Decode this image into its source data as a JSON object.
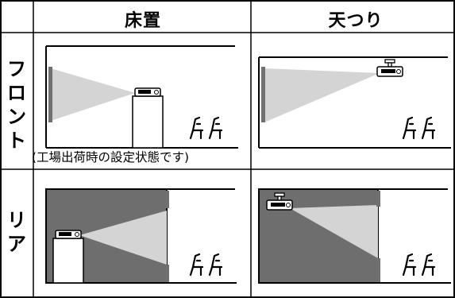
{
  "header": {
    "col_floor": "床置",
    "col_ceiling": "天つり"
  },
  "rows": {
    "front_label": [
      "フ",
      "ロ",
      "ン",
      "ト"
    ],
    "rear_label": [
      "リ",
      "ア"
    ]
  },
  "caption": "(工場出荷時の設定状態です)",
  "colors": {
    "beam": "#d4d4d4",
    "rear_room": "#6e6e6e",
    "screen": "#707070",
    "line": "#000000"
  },
  "icons": [
    "projector-icon",
    "screen-icon",
    "chair-icon"
  ]
}
